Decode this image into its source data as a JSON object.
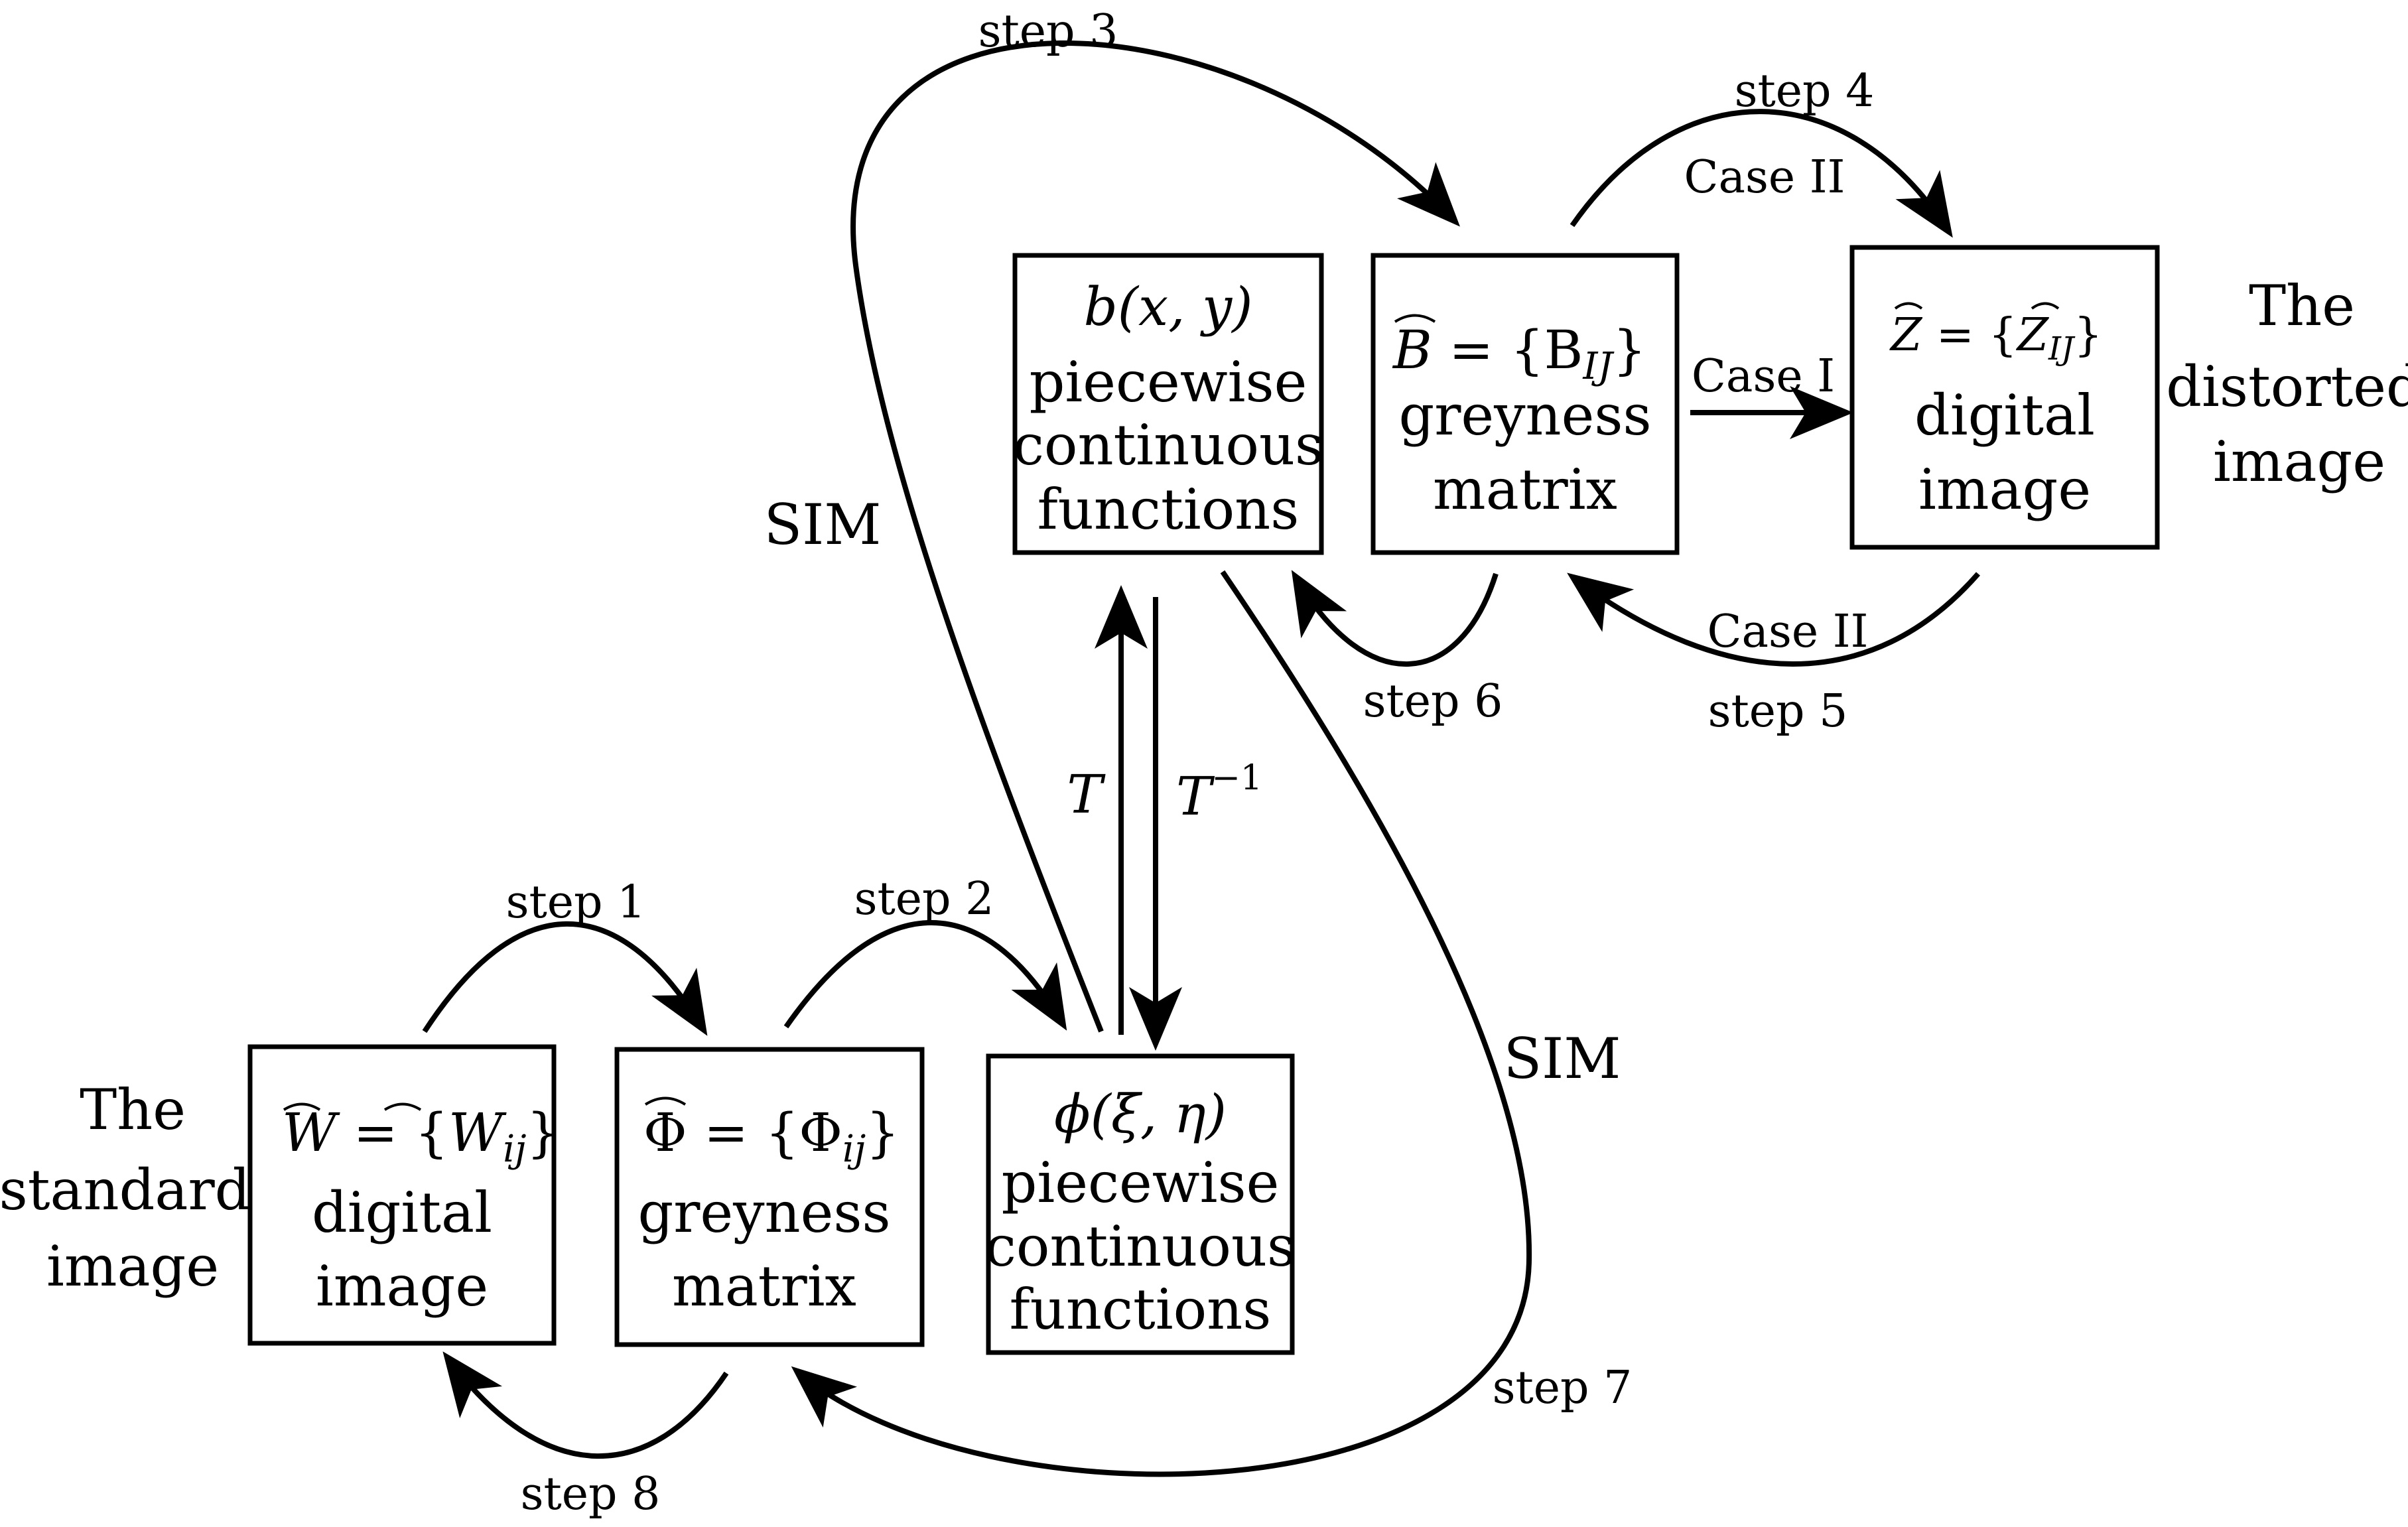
{
  "left_caption": [
    "The",
    "standard",
    "image"
  ],
  "right_caption": [
    "The",
    "distorted",
    "image"
  ],
  "boxes": {
    "W": {
      "symbol": "W",
      "eq": " = {",
      "inner": "W",
      "sub": "ij",
      "close": "}",
      "lines": [
        "digital",
        "image"
      ]
    },
    "Phi": {
      "symbol": "Φ",
      "eq": " = {Φ",
      "sub": "ij",
      "close": "}",
      "lines": [
        "greyness",
        "matrix"
      ]
    },
    "phi": {
      "formula": "ϕ(ξ, η)",
      "lines": [
        "piecewise",
        "continuous",
        "functions"
      ]
    },
    "b": {
      "formula": "b(x, y)",
      "lines": [
        "piecewise",
        "continuous",
        "functions"
      ]
    },
    "B": {
      "symbol": "B",
      "eq": " = {B",
      "sub": "IJ",
      "close": "}",
      "lines": [
        "greyness",
        "matrix"
      ]
    },
    "Z": {
      "symbol": "Z",
      "eq": " = {",
      "inner": "Z",
      "sub": "IJ",
      "close": "}",
      "lines": [
        "digital",
        "image"
      ]
    }
  },
  "edge_labels": {
    "step1": "step 1",
    "step2": "step 2",
    "step3": "step 3",
    "step4": "step 4",
    "step5": "step 5",
    "step6": "step 6",
    "step7": "step 7",
    "step8": "step 8",
    "sim_left": "SIM",
    "sim_right": "SIM",
    "case1": "Case I",
    "case2_top": "Case II",
    "case2_bottom": "Case II",
    "T": "T",
    "T_inv": "T",
    "T_inv_sup": "−1"
  }
}
